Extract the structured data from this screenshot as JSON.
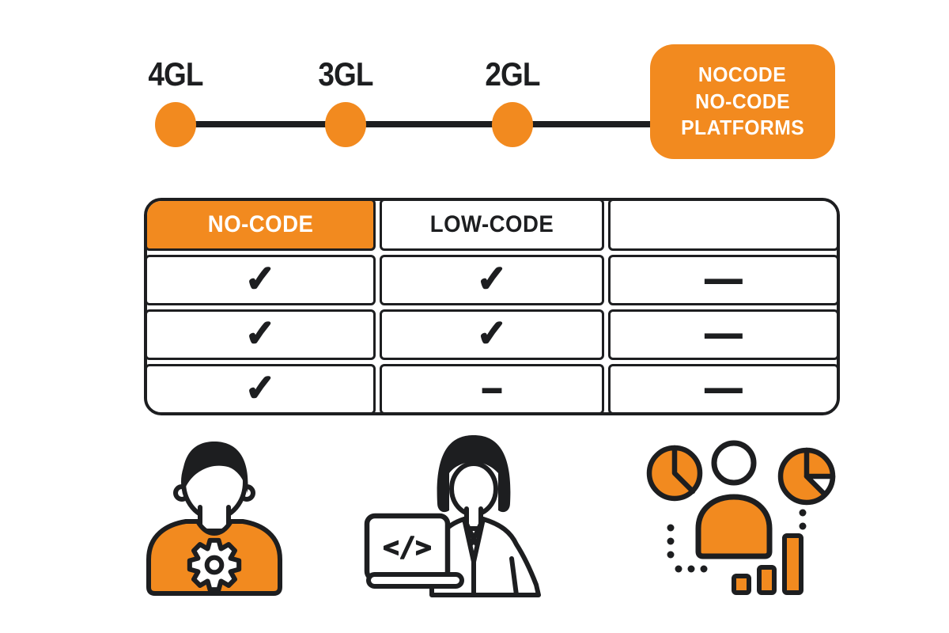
{
  "palette": {
    "orange": "#F28A1F",
    "ink": "#1D1E20",
    "white": "#FFFFFF"
  },
  "timeline": {
    "milestones": [
      {
        "label": "4GL"
      },
      {
        "label": "3GL"
      },
      {
        "label": "2GL"
      }
    ],
    "endpoint": {
      "lines": [
        "NOCODE",
        "NO-CODE",
        "PLATFORMS"
      ]
    }
  },
  "table": {
    "headers": [
      "NO-CODE",
      "LOW-CODE",
      ""
    ],
    "rows": [
      {
        "cells": [
          "✓",
          "✓",
          "—"
        ]
      },
      {
        "cells": [
          "✓",
          "✓",
          "—"
        ]
      },
      {
        "cells": [
          "✓",
          "–",
          "—"
        ]
      }
    ]
  },
  "illustrations": {
    "laptop_code_glyph": "</>",
    "items": [
      {
        "name": "citizen-developer-with-gear"
      },
      {
        "name": "developer-woman-with-laptop"
      },
      {
        "name": "user-with-analytics-charts"
      }
    ]
  }
}
